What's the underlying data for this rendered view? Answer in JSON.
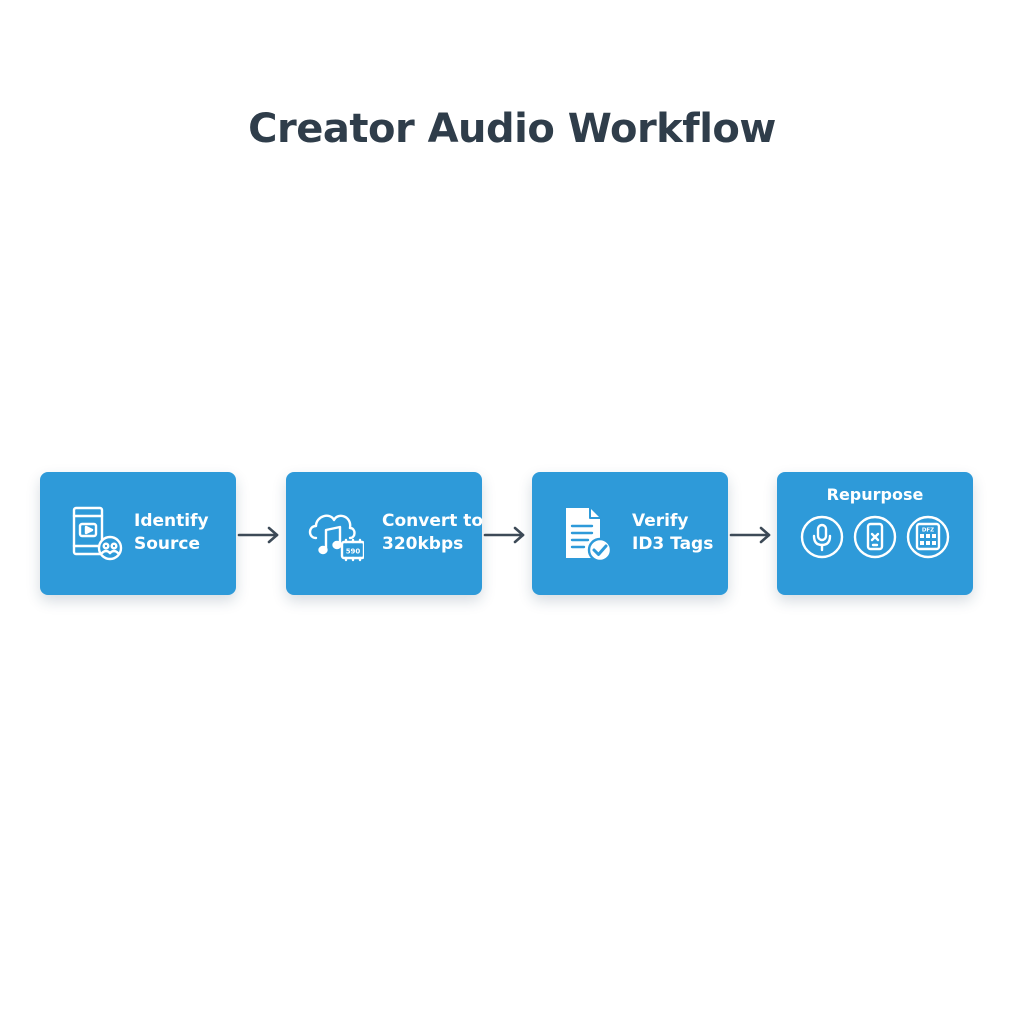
{
  "title": "Creator Audio Workflow",
  "colors": {
    "card": "#2e9ad9",
    "title_text": "#2f3d4a",
    "arrow": "#3d4a57",
    "card_text": "#ffffff"
  },
  "steps": [
    {
      "line1": "Identify",
      "line2": "Source",
      "icon": "video-source-icon"
    },
    {
      "line1": "Convert to",
      "line2": "320kbps",
      "icon": "cloud-music-chip-icon",
      "chip_text": "590"
    },
    {
      "line1": "Verify",
      "line2": "ID3 Tags",
      "icon": "document-check-icon"
    },
    {
      "label": "Repurpose",
      "icons": [
        "microphone-icon",
        "phone-icon",
        "grid-icon"
      ],
      "grid_text": "DFZ"
    }
  ],
  "connectors": [
    "arrow-right-icon",
    "arrow-right-icon",
    "arrow-right-icon"
  ]
}
